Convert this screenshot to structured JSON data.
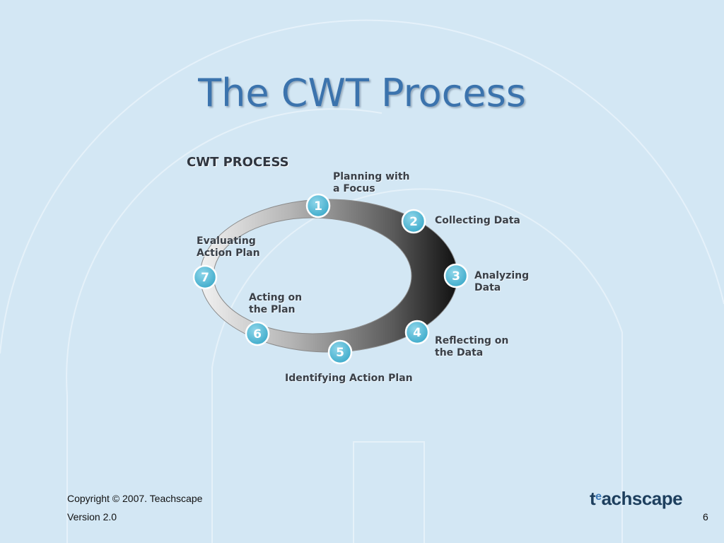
{
  "slide": {
    "title": "The CWT Process"
  },
  "diagram": {
    "heading": "CWT PROCESS",
    "steps": [
      {
        "number": "1",
        "label_line1": "Planning with",
        "label_line2": "a Focus"
      },
      {
        "number": "2",
        "label_line1": "Collecting Data",
        "label_line2": ""
      },
      {
        "number": "3",
        "label_line1": "Analyzing",
        "label_line2": "Data"
      },
      {
        "number": "4",
        "label_line1": "Reflecting on",
        "label_line2": "the Data"
      },
      {
        "number": "5",
        "label_line1": "Identifying Action Plan",
        "label_line2": ""
      },
      {
        "number": "6",
        "label_line1": "Acting on",
        "label_line2": "the Plan"
      },
      {
        "number": "7",
        "label_line1": "Evaluating",
        "label_line2": "Action Plan"
      }
    ],
    "colors": {
      "badge": "#4fb7d3",
      "badge_border": "#ffffff"
    }
  },
  "footer": {
    "copyright": "Copyright © 2007. Teachscape",
    "version": "Version 2.0",
    "page_number": "6",
    "logo_sup": "e",
    "logo_t": "t",
    "logo_rest": "achscape"
  }
}
